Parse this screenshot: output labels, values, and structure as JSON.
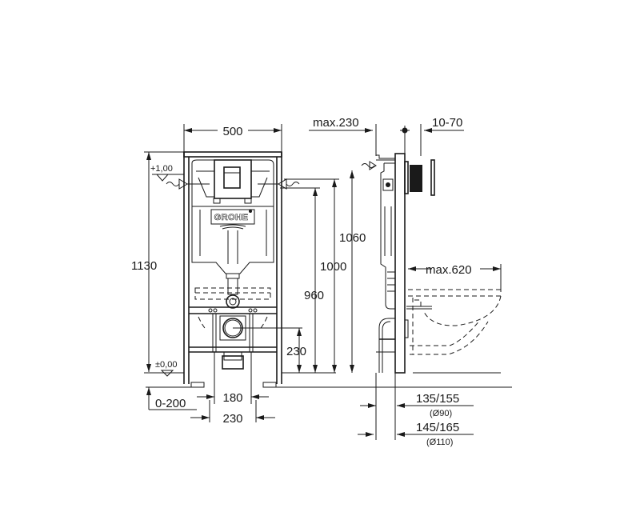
{
  "drawing": {
    "brand_logo": "GROHE",
    "front_view": {
      "width_label": "500",
      "height_total_label": "1130",
      "level_top_label": "+1,00",
      "level_zero_label": "±0,00",
      "floor_adjust_label": "0-200",
      "bolt_spacing_inner_label": "180",
      "bolt_spacing_outer_label": "230",
      "outlet_height_label": "230",
      "supply_height_label": "960",
      "frame_height_label": "1000",
      "top_height_label": "1060"
    },
    "side_view": {
      "max_depth_label": "max.230",
      "wall_thickness_label": "10-70",
      "bowl_projection_label": "max.620",
      "pipe_90": {
        "label": "135/155",
        "diameter_label": "(Ø90)"
      },
      "pipe_110": {
        "label": "145/165",
        "diameter_label": "(Ø110)"
      }
    }
  },
  "colors": {
    "line": "#1a1a1a",
    "background": "#ffffff"
  }
}
